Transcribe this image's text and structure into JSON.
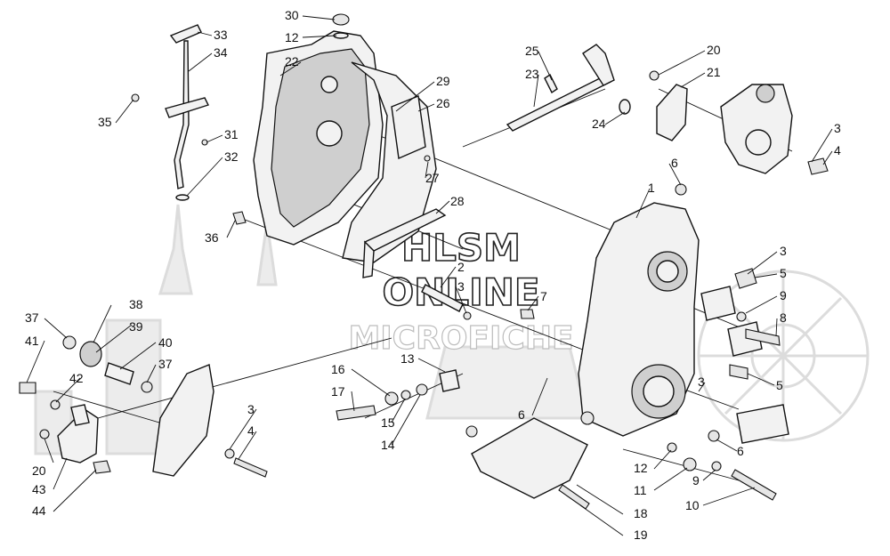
{
  "watermark": {
    "line1": "HLSM",
    "line2": "ONLINE",
    "line3": "MICROFICHE",
    "text_color": "#222222",
    "faded_color": "#bdbdbd"
  },
  "callouts": [
    {
      "id": "c33",
      "label": "33"
    },
    {
      "id": "c34",
      "label": "34"
    },
    {
      "id": "c35",
      "label": "35"
    },
    {
      "id": "c31",
      "label": "31"
    },
    {
      "id": "c32",
      "label": "32"
    },
    {
      "id": "c30",
      "label": "30"
    },
    {
      "id": "c12a",
      "label": "12"
    },
    {
      "id": "c22",
      "label": "22"
    },
    {
      "id": "c29",
      "label": "29"
    },
    {
      "id": "c26",
      "label": "26"
    },
    {
      "id": "c27",
      "label": "27"
    },
    {
      "id": "c25",
      "label": "25"
    },
    {
      "id": "c23",
      "label": "23"
    },
    {
      "id": "c24",
      "label": "24"
    },
    {
      "id": "c20a",
      "label": "20"
    },
    {
      "id": "c21",
      "label": "21"
    },
    {
      "id": "c3a",
      "label": "3"
    },
    {
      "id": "c4a",
      "label": "4"
    },
    {
      "id": "c6a",
      "label": "6"
    },
    {
      "id": "c1",
      "label": "1"
    },
    {
      "id": "c28",
      "label": "28"
    },
    {
      "id": "c36",
      "label": "36"
    },
    {
      "id": "c2",
      "label": "2"
    },
    {
      "id": "c3b",
      "label": "3"
    },
    {
      "id": "c7",
      "label": "7"
    },
    {
      "id": "c3c",
      "label": "3"
    },
    {
      "id": "c5a",
      "label": "5"
    },
    {
      "id": "c9a",
      "label": "9"
    },
    {
      "id": "c8",
      "label": "8"
    },
    {
      "id": "c5b",
      "label": "5"
    },
    {
      "id": "c3d",
      "label": "3"
    },
    {
      "id": "c38",
      "label": "38"
    },
    {
      "id": "c39",
      "label": "39"
    },
    {
      "id": "c37a",
      "label": "37"
    },
    {
      "id": "c41",
      "label": "41"
    },
    {
      "id": "c40",
      "label": "40"
    },
    {
      "id": "c37b",
      "label": "37"
    },
    {
      "id": "c42",
      "label": "42"
    },
    {
      "id": "c13",
      "label": "13"
    },
    {
      "id": "c16",
      "label": "16"
    },
    {
      "id": "c17",
      "label": "17"
    },
    {
      "id": "c15",
      "label": "15"
    },
    {
      "id": "c14",
      "label": "14"
    },
    {
      "id": "c6b",
      "label": "6"
    },
    {
      "id": "c6c",
      "label": "6"
    },
    {
      "id": "c3e",
      "label": "3"
    },
    {
      "id": "c4b",
      "label": "4"
    },
    {
      "id": "c20b",
      "label": "20"
    },
    {
      "id": "c43",
      "label": "43"
    },
    {
      "id": "c44",
      "label": "44"
    },
    {
      "id": "c12b",
      "label": "12"
    },
    {
      "id": "c11",
      "label": "11"
    },
    {
      "id": "c9b",
      "label": "9"
    },
    {
      "id": "c10",
      "label": "10"
    },
    {
      "id": "c18",
      "label": "18"
    },
    {
      "id": "c19",
      "label": "19"
    }
  ]
}
